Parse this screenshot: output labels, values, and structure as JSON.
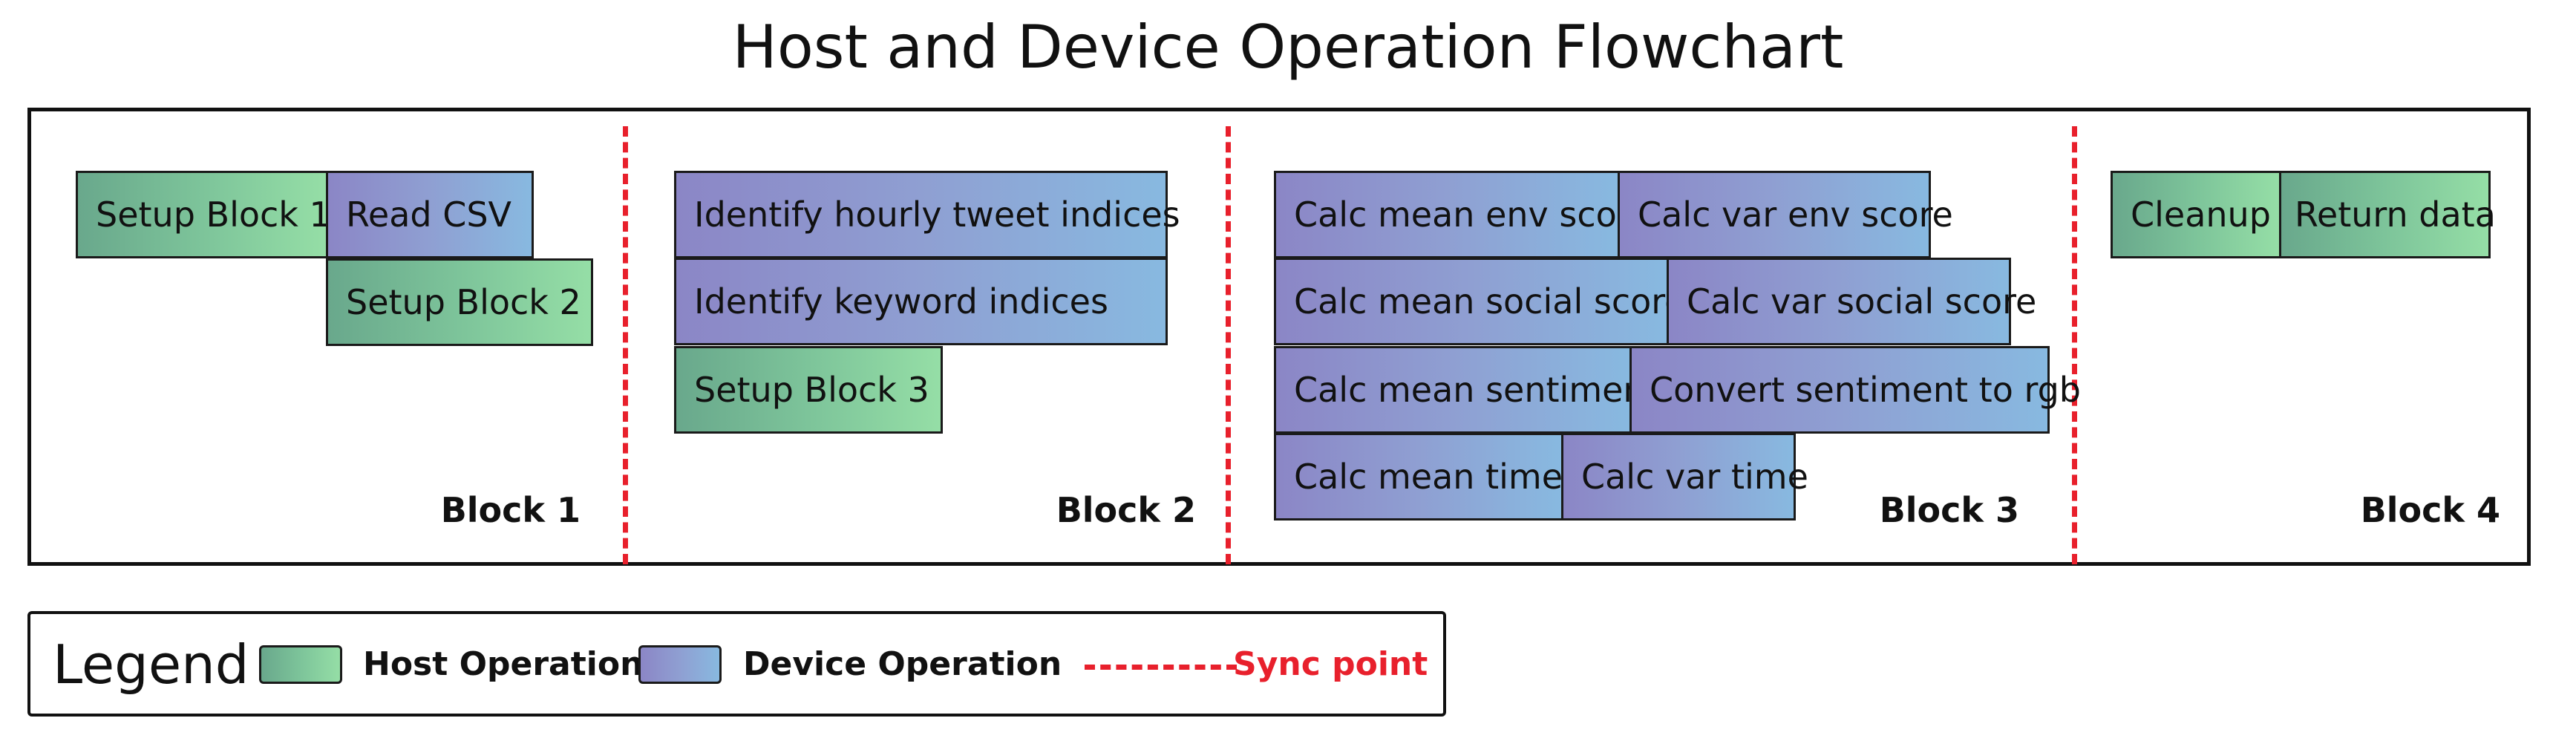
{
  "title": "Host and Device Operation Flowchart",
  "colors": {
    "host": "#7dc49a",
    "device": "#8f9fd2",
    "sync": "#e8202c"
  },
  "blocks": [
    {
      "label": "Block 1",
      "ops": [
        {
          "text": "Setup Block 1",
          "kind": "host"
        },
        {
          "text": "Read CSV",
          "kind": "device"
        },
        {
          "text": "Setup Block 2",
          "kind": "host"
        }
      ]
    },
    {
      "label": "Block 2",
      "ops": [
        {
          "text": "Identify hourly tweet indices",
          "kind": "device"
        },
        {
          "text": "Identify keyword indices",
          "kind": "device"
        },
        {
          "text": "Setup Block 3",
          "kind": "host"
        }
      ]
    },
    {
      "label": "Block 3",
      "ops": [
        {
          "text": "Calc mean env score",
          "kind": "device"
        },
        {
          "text": "Calc var env score",
          "kind": "device"
        },
        {
          "text": "Calc mean social score",
          "kind": "device"
        },
        {
          "text": "Calc var social score",
          "kind": "device"
        },
        {
          "text": "Calc mean sentiment",
          "kind": "device"
        },
        {
          "text": "Convert sentiment to rgb",
          "kind": "device"
        },
        {
          "text": "Calc mean time",
          "kind": "device"
        },
        {
          "text": "Calc var time",
          "kind": "device"
        }
      ]
    },
    {
      "label": "Block 4",
      "ops": [
        {
          "text": "Cleanup",
          "kind": "host"
        },
        {
          "text": "Return data",
          "kind": "host"
        }
      ]
    }
  ],
  "legend": {
    "title": "Legend",
    "host_label": "Host Operation",
    "device_label": "Device Operation",
    "sync_label": "Sync point"
  }
}
